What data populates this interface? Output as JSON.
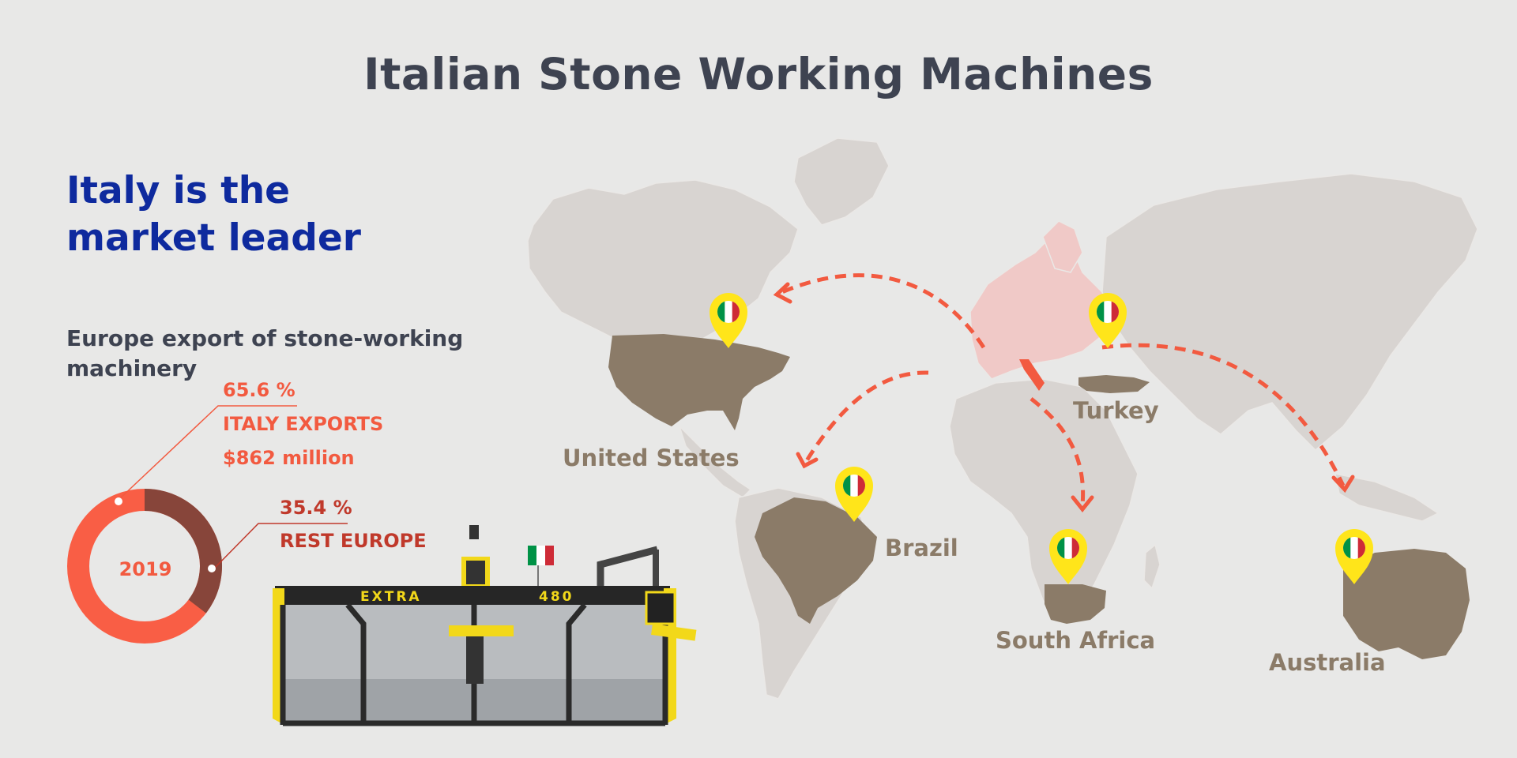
{
  "header": {
    "title": "Italian Stone Working Machines"
  },
  "intro": {
    "headline": "Italy is the market leader",
    "caption": "Europe export of stone-working machinery"
  },
  "donut": {
    "year": "2019",
    "italy": {
      "percent": "65.6 %",
      "label": "ITALY EXPORTS",
      "value": "$862 million",
      "share": 0.656,
      "color": "#f95e45"
    },
    "rest": {
      "percent": "35.4 %",
      "label": "REST EUROPE",
      "share": 0.354,
      "color": "#87453a"
    }
  },
  "map": {
    "countries": {
      "us": "United States",
      "turkey": "Turkey",
      "brazil": "Brazil",
      "south_africa": "South Africa",
      "australia": "Australia"
    },
    "highlight_color": "#8b7b68",
    "land_color": "#d8d4d1",
    "europe_color": "#f0c9c7",
    "arrow_color": "#f25a40",
    "pin_color": "#ffe51a"
  },
  "machine": {
    "brand_left": "EXTRA",
    "brand_right": "480"
  }
}
